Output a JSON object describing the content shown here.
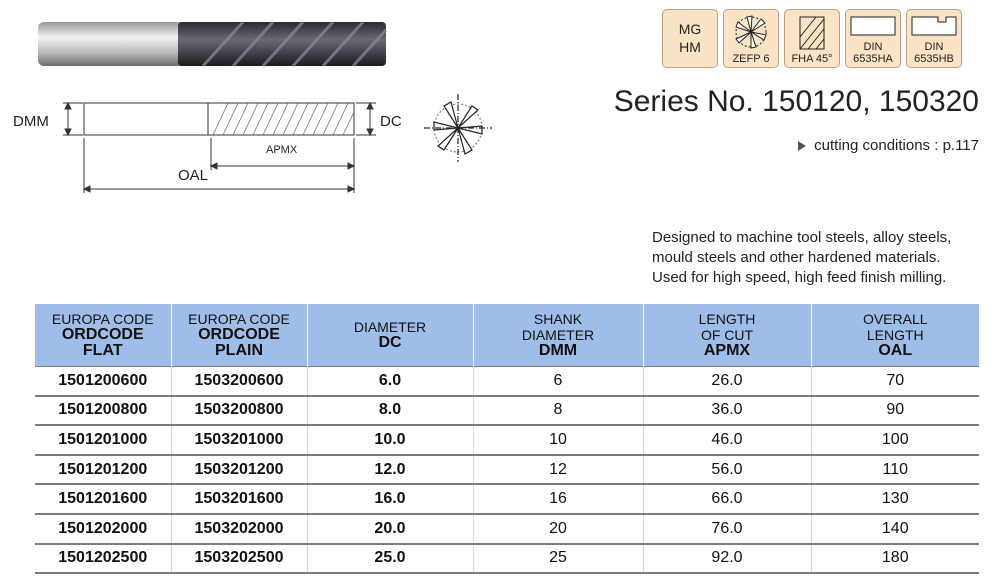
{
  "badges": [
    {
      "id": "material",
      "icon": "text",
      "lines": [
        "MG",
        "HM"
      ]
    },
    {
      "id": "zefp",
      "icon": "flute-end-icon",
      "caption": [
        "ZEFP 6"
      ]
    },
    {
      "id": "fha",
      "icon": "helix-angle-icon",
      "caption": [
        "FHA 45°"
      ]
    },
    {
      "id": "din-ha",
      "icon": "shank-ha-icon",
      "caption": [
        "DIN",
        "6535HA"
      ]
    },
    {
      "id": "din-hb",
      "icon": "shank-hb-icon",
      "caption": [
        "DIN",
        "6535HB"
      ]
    }
  ],
  "drawing": {
    "dmm": "DMM",
    "dc": "DC",
    "apmx": "APMX",
    "oal": "OAL"
  },
  "series_title": "Series No. 150120, 150320",
  "conditions": "cutting conditions : p.117",
  "description": [
    "Designed to machine tool steels, alloy steels,",
    "mould steels and other hardened materials.",
    "Used for high speed, high feed finish milling."
  ],
  "table": {
    "headers": [
      {
        "top": "EUROPA CODE",
        "bold": [
          "ORDCODE",
          "FLAT"
        ]
      },
      {
        "top": "EUROPA CODE",
        "bold": [
          "ORDCODE",
          "PLAIN"
        ]
      },
      {
        "top": "DIAMETER",
        "bold": [
          "DC"
        ]
      },
      {
        "top": "SHANK DIAMETER",
        "bold": [
          "DMM"
        ]
      },
      {
        "top": "LENGTH OF CUT",
        "bold": [
          "APMX"
        ]
      },
      {
        "top": "OVERALL LENGTH",
        "bold": [
          "OAL"
        ]
      }
    ],
    "rows": [
      [
        "1501200600",
        "1503200600",
        "6.0",
        "6",
        "26.0",
        "70"
      ],
      [
        "1501200800",
        "1503200800",
        "8.0",
        "8",
        "36.0",
        "90"
      ],
      [
        "1501201000",
        "1503201000",
        "10.0",
        "10",
        "46.0",
        "100"
      ],
      [
        "1501201200",
        "1503201200",
        "12.0",
        "12",
        "56.0",
        "110"
      ],
      [
        "1501201600",
        "1503201600",
        "16.0",
        "16",
        "66.0",
        "130"
      ],
      [
        "1501202000",
        "1503202000",
        "20.0",
        "20",
        "76.0",
        "140"
      ],
      [
        "1501202500",
        "1503202500",
        "25.0",
        "25",
        "92.0",
        "180"
      ]
    ]
  },
  "colors": {
    "badge_fill": "#fbe4c5",
    "header_fill": "#9fbde9"
  }
}
